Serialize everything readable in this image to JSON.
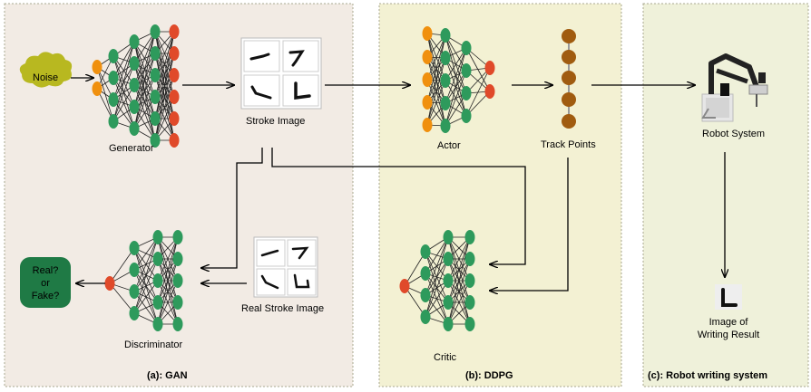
{
  "panels": {
    "gan": "(a): GAN",
    "ddpg": "(b): DDPG",
    "robot": "(c): Robot writing system"
  },
  "labels": {
    "noise": "Noise",
    "generator": "Generator",
    "stroke_image": "Stroke Image",
    "discriminator": "Discriminator",
    "real_stroke_image": "Real Stroke Image",
    "real_or_fake": [
      "Real?",
      "or",
      "Fake?"
    ],
    "actor": "Actor",
    "track_points": "Track Points",
    "critic": "Critic",
    "robot_system": "Robot System",
    "writing_result": [
      "Image of",
      "Writing Result"
    ]
  },
  "colors": {
    "panel_gan_fill": "#f2ebe4",
    "panel_ddpg_fill": "#f3f1d3",
    "panel_robot_fill": "#eff1da",
    "panel_border": "#a8a890",
    "node_input": "#f0900e",
    "node_hidden": "#2e9a5c",
    "node_output": "#e04a2a",
    "track_point": "#a05c10",
    "noise_cloud": "#b8b820",
    "decision_box": "#1f7a45"
  }
}
